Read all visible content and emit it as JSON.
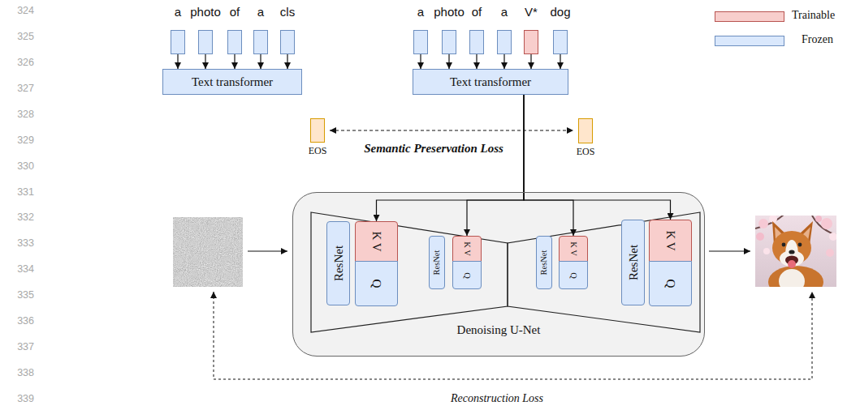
{
  "diagram": {
    "nodes": [
      {
        "text": [
          "a"
        ]
      },
      {
        "text": [
          "photo"
        ]
      },
      {
        "text": [
          "of"
        ]
      },
      {
        "text": [
          "a"
        ]
      },
      {
        "text": [
          "cls"
        ]
      },
      {
        "text": [
          "a"
        ]
      },
      {
        "text": [
          "photo"
        ]
      },
      {
        "text": [
          "of"
        ]
      },
      {
        "text": [
          "a"
        ]
      },
      {
        "text": [
          "V*"
        ]
      },
      {
        "text": [
          "dog"
        ]
      },
      {
        "text": [
          "Text transformer"
        ]
      },
      {
        "text": [
          "Text transformer"
        ]
      },
      {
        "text": [
          "EOS"
        ]
      },
      {
        "text": [
          "EOS"
        ]
      },
      {
        "text": [
          "Denoising U-Net"
        ]
      },
      {
        "text": [
          "ResNet"
        ],
        "in": 15
      },
      {
        "text": [
          "K V"
        ],
        "in": 15
      },
      {
        "text": [
          "Q"
        ],
        "in": 15
      },
      {
        "text": [
          "ResNet"
        ],
        "in": 15
      },
      {
        "text": [
          "K V"
        ],
        "in": 15
      },
      {
        "text": [
          "Q"
        ],
        "in": 15
      },
      {
        "text": [
          "ResNet"
        ],
        "in": 15
      },
      {
        "text": [
          "K V"
        ],
        "in": 15
      },
      {
        "text": [
          "Q"
        ],
        "in": 15
      },
      {
        "text": [
          "ResNet"
        ],
        "in": 15
      },
      {
        "text": [
          "K V"
        ],
        "in": 15
      },
      {
        "text": [
          "Q"
        ],
        "in": 15
      }
    ],
    "edges": [
      {
        "from": 0,
        "to": 11,
        "arrow": "to"
      },
      {
        "from": 1,
        "to": 11,
        "arrow": "to"
      },
      {
        "from": 2,
        "to": 11,
        "arrow": "to"
      },
      {
        "from": 3,
        "to": 11,
        "arrow": "to"
      },
      {
        "from": 4,
        "to": 11,
        "arrow": "to"
      },
      {
        "from": 5,
        "to": 12,
        "arrow": "to"
      },
      {
        "from": 6,
        "to": 12,
        "arrow": "to"
      },
      {
        "from": 7,
        "to": 12,
        "arrow": "to"
      },
      {
        "from": 8,
        "to": 12,
        "arrow": "to"
      },
      {
        "from": 9,
        "to": 12,
        "arrow": "to"
      },
      {
        "from": 10,
        "to": 12,
        "arrow": "to"
      },
      {
        "from": 13,
        "to": 14,
        "label": "Semantic Preservation Loss",
        "arrow": "both"
      },
      {
        "from": 12,
        "to": 17,
        "arrow": "to"
      },
      {
        "from": 12,
        "to": 20,
        "arrow": "to"
      },
      {
        "from": 12,
        "to": 23,
        "arrow": "to"
      },
      {
        "from": 12,
        "to": 26,
        "arrow": "to"
      }
    ],
    "labels": [
      "324",
      "325",
      "326",
      "327",
      "328",
      "329",
      "330",
      "331",
      "332",
      "333",
      "334",
      "335",
      "336",
      "337",
      "338",
      "339",
      "Reconstruction Loss"
    ],
    "legend": [
      {
        "text": "Trainable",
        "color": "#f8cecc"
      },
      {
        "text": "Frozen",
        "color": "#dae8fc"
      }
    ]
  }
}
